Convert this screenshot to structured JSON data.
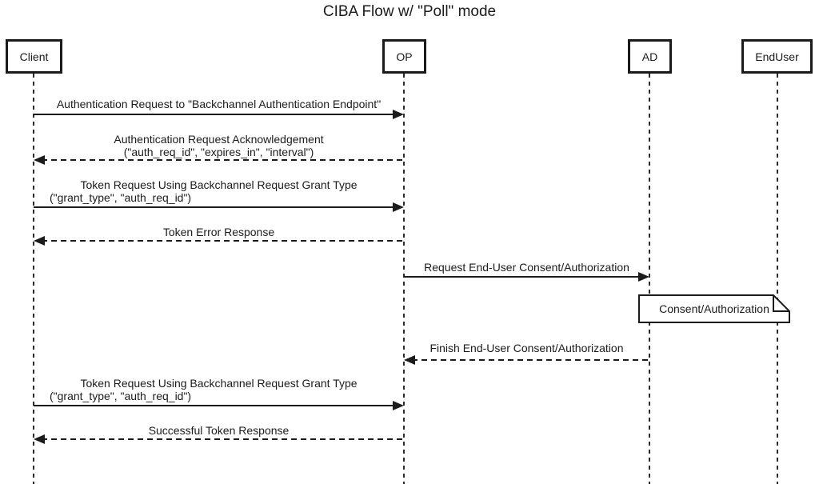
{
  "title": "CIBA Flow w/ \"Poll\" mode",
  "participants": [
    {
      "id": "client",
      "label": "Client"
    },
    {
      "id": "op",
      "label": "OP"
    },
    {
      "id": "ad",
      "label": "AD"
    },
    {
      "id": "enduser",
      "label": "EndUser"
    }
  ],
  "messages": [
    {
      "from": "Client",
      "to": "OP",
      "style": "solid",
      "lines": [
        "Authentication Request to \"Backchannel Authentication Endpoint\""
      ]
    },
    {
      "from": "OP",
      "to": "Client",
      "style": "dashed",
      "lines": [
        "Authentication Request Acknowledgement",
        "(\"auth_req_id\", \"expires_in\", \"interval\")"
      ]
    },
    {
      "from": "Client",
      "to": "OP",
      "style": "solid",
      "lines": [
        "Token Request Using Backchannel Request Grant Type",
        "(\"grant_type\", \"auth_req_id\")"
      ]
    },
    {
      "from": "OP",
      "to": "Client",
      "style": "dashed",
      "lines": [
        "Token Error Response"
      ]
    },
    {
      "from": "OP",
      "to": "AD",
      "style": "solid",
      "lines": [
        "Request End-User Consent/Authorization"
      ]
    },
    {
      "from": "AD",
      "to": "OP",
      "style": "dashed",
      "lines": [
        "Finish End-User Consent/Authorization"
      ]
    },
    {
      "from": "Client",
      "to": "OP",
      "style": "solid",
      "lines": [
        "Token Request Using Backchannel Request Grant Type",
        "(\"grant_type\", \"auth_req_id\")"
      ]
    },
    {
      "from": "OP",
      "to": "Client",
      "style": "dashed",
      "lines": [
        "Successful Token Response"
      ]
    }
  ],
  "note": {
    "label": "Consent/Authorization",
    "over": [
      "AD",
      "EndUser"
    ]
  },
  "colors": {
    "ink": "#1b1b1b",
    "background": "#ffffff"
  }
}
